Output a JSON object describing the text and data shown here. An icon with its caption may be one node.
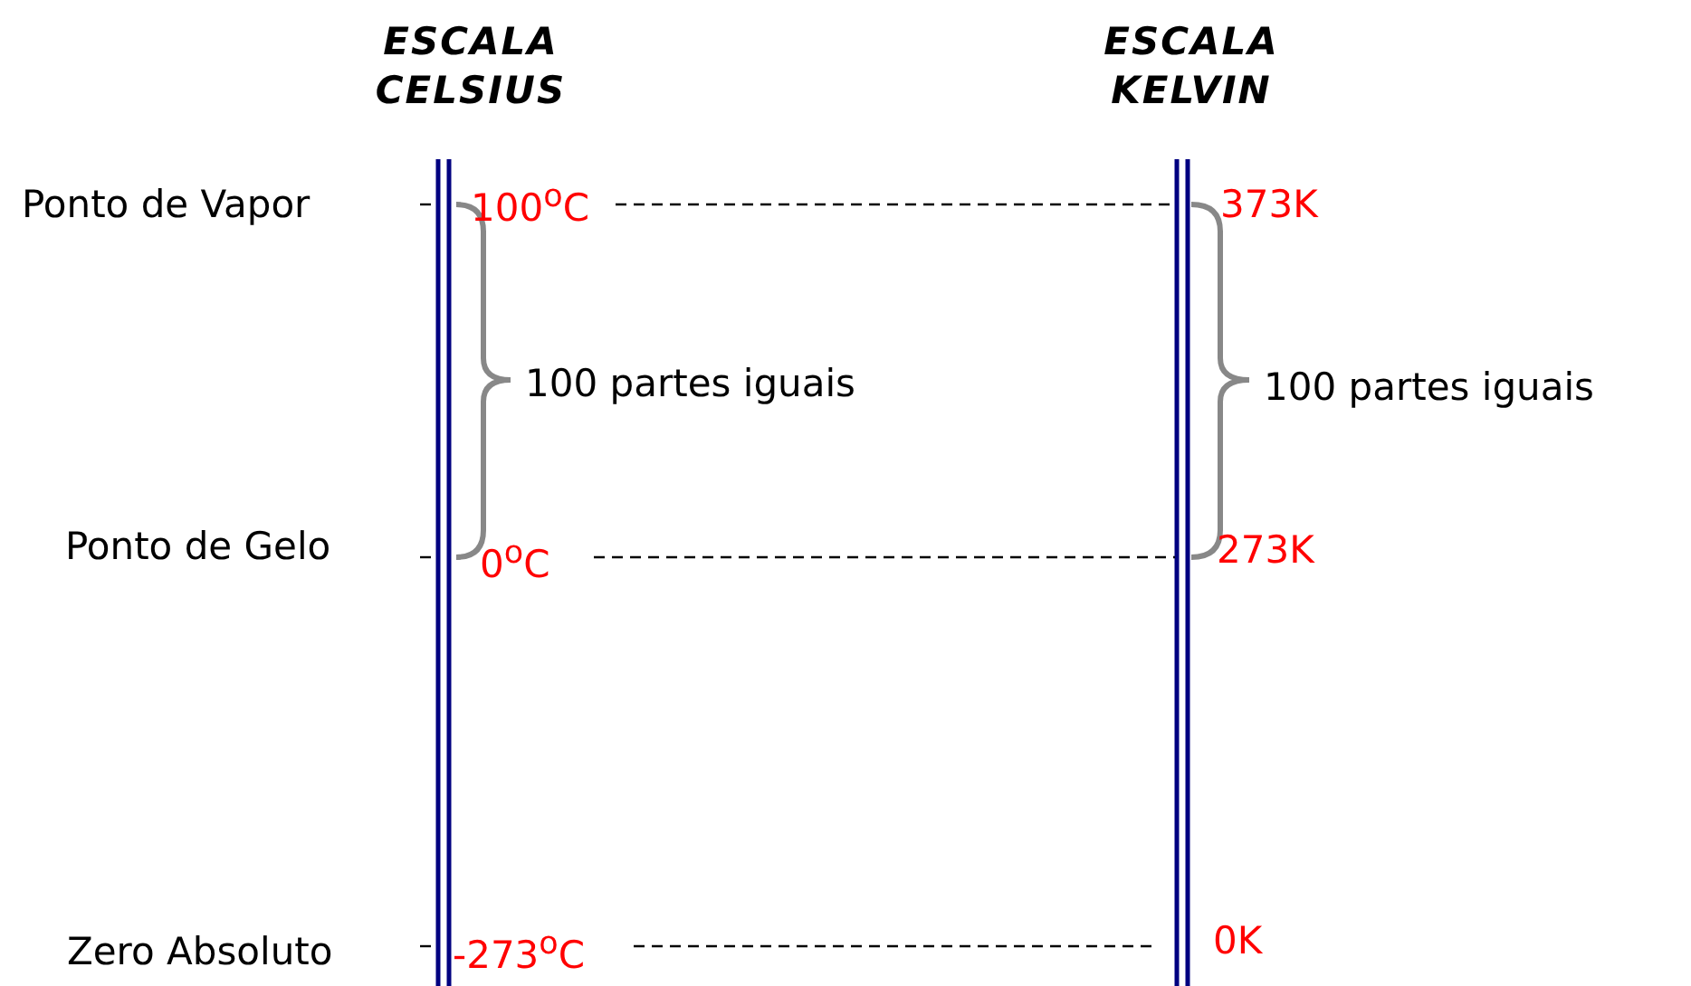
{
  "diagram": {
    "labels": [
      "ESCALA CELSIUS",
      "ESCALA KELVIN",
      "Ponto de Vapor",
      "100$^{o}$C",
      "373K",
      "100 partes iguais",
      "100 partes iguais",
      "Ponto de Gelo",
      "0$^{o}$C",
      "273K",
      "Zero Absoluto",
      "-273$^{o}$C",
      "0K"
    ]
  }
}
